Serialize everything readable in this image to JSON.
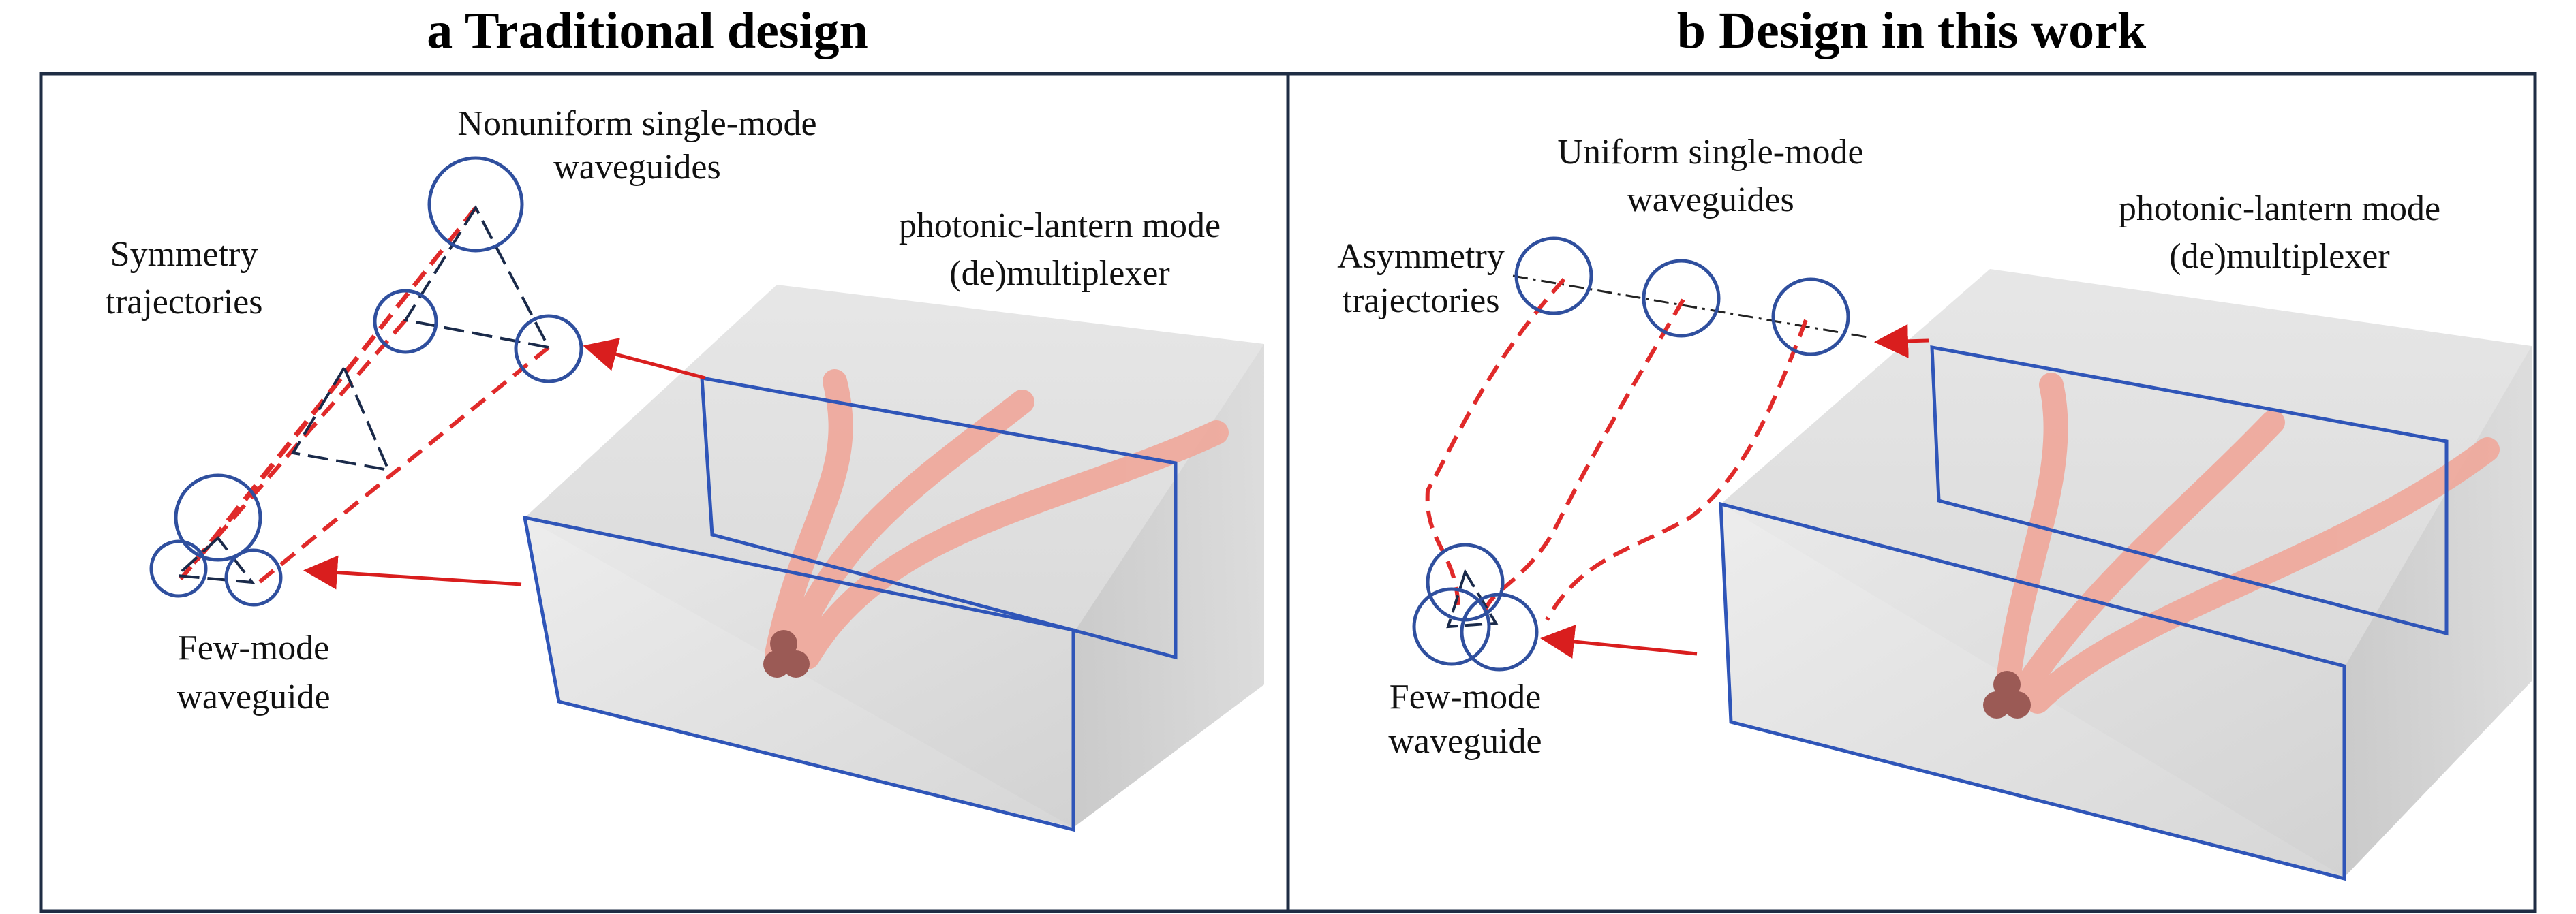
{
  "panels": [
    {
      "title": "a Traditional design",
      "labels": {
        "top_line1": "Nonuniform single-mode",
        "top_line2": "waveguides",
        "left_line1": "Symmetry",
        "left_line2": "trajectories",
        "right_line1": "photonic-lantern mode",
        "right_line2": "(de)multiplexer",
        "bottom_line1": "Few-mode",
        "bottom_line2": "waveguide"
      }
    },
    {
      "title": "b Design in this work",
      "labels": {
        "top_line1": "Uniform single-mode",
        "top_line2": "waveguides",
        "left_line1": "Asymmetry",
        "left_line2": "trajectories",
        "right_line1": "photonic-lantern mode",
        "right_line2": "(de)multiplexer",
        "bottom_line1": "Few-mode",
        "bottom_line2": "waveguide"
      }
    }
  ],
  "colors": {
    "frame": "#1f2d44",
    "circle": "#2f4f9e",
    "trajectory": "#e02a2a",
    "arrow": "#d91e1e",
    "box_outline": "#2f55b8",
    "box_fill": "#d9d9d9",
    "fiber": "#f0a79a"
  }
}
